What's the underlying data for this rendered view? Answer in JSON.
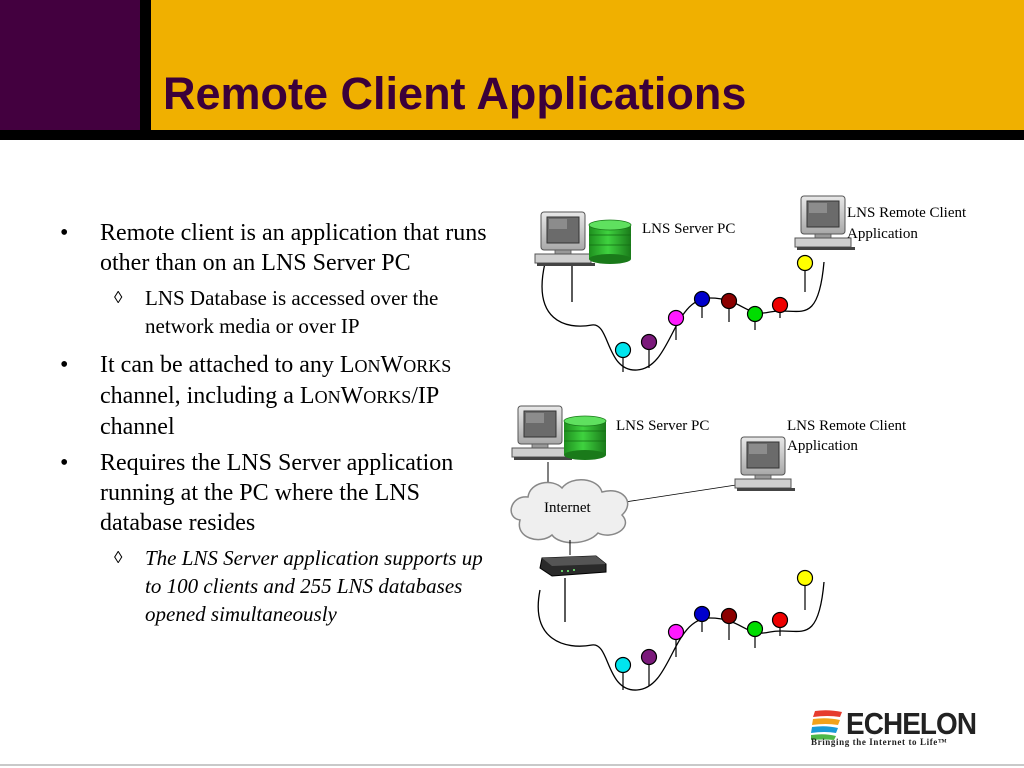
{
  "slide": {
    "title": "Remote Client Applications"
  },
  "bullets": {
    "b1": "Remote client is an application that runs other than on an LNS Server PC",
    "b1_sub": "LNS Database is accessed over the network media or over IP",
    "b2": {
      "part1": "It can be attached to any L",
      "sc1": "ON",
      "part2": "W",
      "sc2": "ORKS",
      "part3": " channel, including a L",
      "sc3": "ON",
      "part4": "W",
      "sc4": "ORKS",
      "part5": "/IP channel"
    },
    "b3": "Requires the LNS Server application running at the PC where the LNS database resides",
    "b3_sub": "The LNS Server application supports up to 100 clients and 255 LNS databases opened simultaneously",
    "bullet_marker": "•",
    "sub_marker": "◊"
  },
  "diagram_top": {
    "server_label": "LNS Server PC",
    "remote_label_line1": "LNS Remote Client",
    "remote_label_line2": "Application"
  },
  "diagram_bottom": {
    "server_label": "LNS Server PC",
    "remote_label_line1": "LNS Remote Client",
    "remote_label_line2": "Application",
    "cloud_label": "Internet"
  },
  "logo": {
    "word": "ECHELON",
    "tagline": "Bringing the Internet to Life™"
  },
  "colors": {
    "header": "#f0b000",
    "purple": "#43003f",
    "title": "#3b003a",
    "node_cyan": "#00e5ee",
    "node_purple": "#7b1a7b",
    "node_magenta": "#ff1aff",
    "node_blue": "#0000cc",
    "node_darkred": "#8b0000",
    "node_green": "#00dd00",
    "node_red": "#ee0000",
    "node_yellow": "#ffff00",
    "database": "#2db52d"
  }
}
